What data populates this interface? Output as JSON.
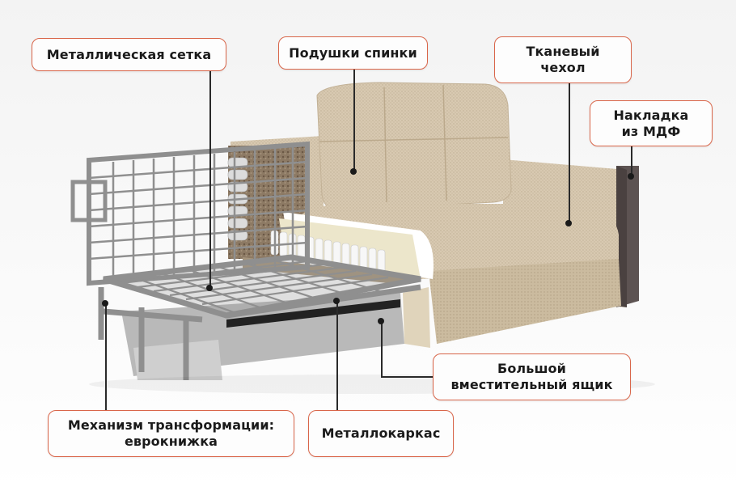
{
  "diagram": {
    "subject": "sofa-bed cutaway with component callouts",
    "accent_color": "#d9664a",
    "fabric_color": "#d7c8b0",
    "metal_color": "#8e8e8e",
    "mdf_color": "#5a5050",
    "labels": [
      {
        "id": "metal-mesh",
        "text": "Металлическая сетка"
      },
      {
        "id": "back-cushions",
        "text": "Подушки спинки"
      },
      {
        "id": "fabric-cover",
        "text": "Тканевый\nчехол"
      },
      {
        "id": "mdf-overlay",
        "text": "Накладка\nиз МДФ"
      },
      {
        "id": "storage-box",
        "text": "Большой\nвместительный ящик"
      },
      {
        "id": "transform-mechanism",
        "text": "Механизм трансформации:\nеврокнижка"
      },
      {
        "id": "metal-frame",
        "text": "Металлокаркас"
      }
    ]
  }
}
